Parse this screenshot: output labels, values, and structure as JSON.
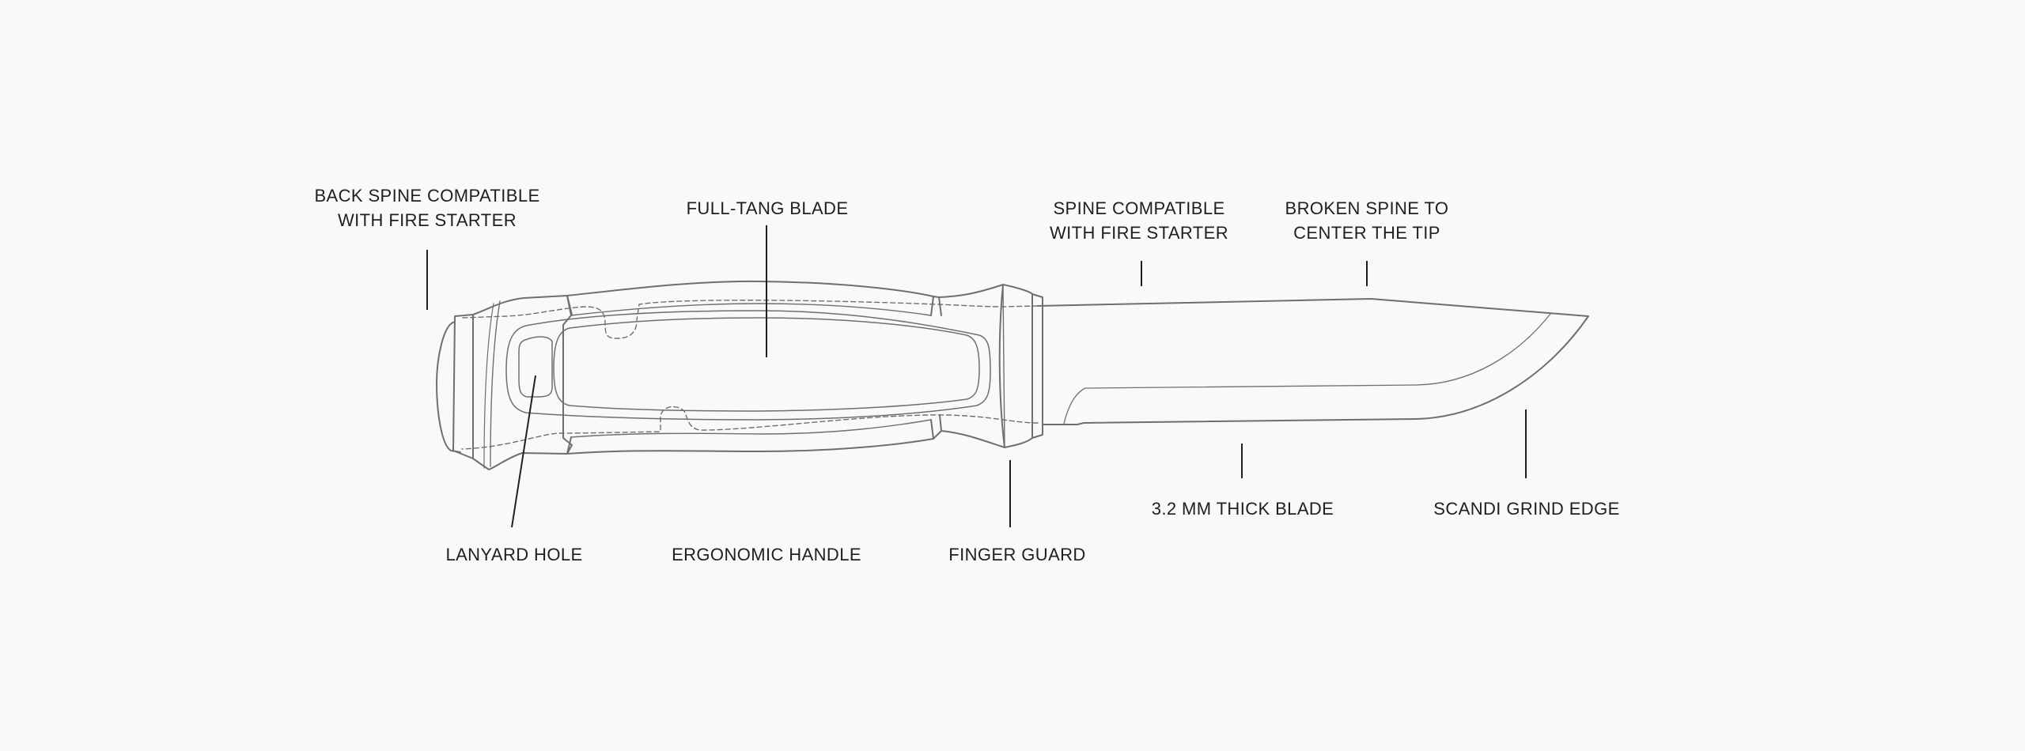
{
  "diagram": {
    "background_color": "#faf9f7",
    "outline_color": "#6f6f6f",
    "leader_color": "#1f1f1f",
    "labels": {
      "back_spine": [
        "BACK SPINE COMPATIBLE",
        "WITH FIRE STARTER"
      ],
      "full_tang": [
        "FULL-TANG BLADE"
      ],
      "spine_compatible": [
        "SPINE COMPATIBLE",
        "WITH FIRE STARTER"
      ],
      "broken_spine": [
        "BROKEN SPINE TO",
        "CENTER THE TIP"
      ],
      "lanyard_hole": [
        "LANYARD HOLE"
      ],
      "ergonomic_handle": [
        "ERGONOMIC HANDLE"
      ],
      "finger_guard": [
        "FINGER GUARD"
      ],
      "thick_blade": [
        "3.2 MM THICK BLADE"
      ],
      "scandi_grind": [
        "SCANDI GRIND EDGE"
      ]
    }
  }
}
